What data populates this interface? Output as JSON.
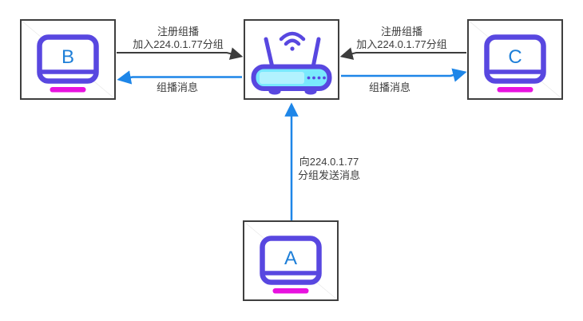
{
  "colors": {
    "bg": "#ffffff",
    "box_border": "#3f3f3f",
    "text_dark": "#3c3c3c",
    "edge_dark": "#3c3c3c",
    "edge_blue": "#1e86e8",
    "icon_indigo": "#5847e0",
    "letter_blue": "#1e7fd8",
    "icon_magenta": "#e812df",
    "router_cyan": "#7ae9fd",
    "router_cyan_light": "#b2f2fe",
    "diagonal_gray": "#e4e4e4"
  },
  "nodes": {
    "b": {
      "letter": "B"
    },
    "c": {
      "letter": "C"
    },
    "a": {
      "letter": "A"
    }
  },
  "edges": {
    "b_register": {
      "from": "B",
      "to": "router",
      "label_line1": "注册组播",
      "label_line2": "加入224.0.1.77分组"
    },
    "c_register": {
      "from": "C",
      "to": "router",
      "label_line1": "注册组播",
      "label_line2": "加入224.0.1.77分组"
    },
    "multicast_to_b": {
      "from": "router",
      "to": "B",
      "label": "组播消息"
    },
    "multicast_to_c": {
      "from": "router",
      "to": "C",
      "label": "组播消息"
    },
    "a_send": {
      "from": "A",
      "to": "router",
      "label_line1": "向224.0.1.77",
      "label_line2": "分组发送消息"
    }
  }
}
